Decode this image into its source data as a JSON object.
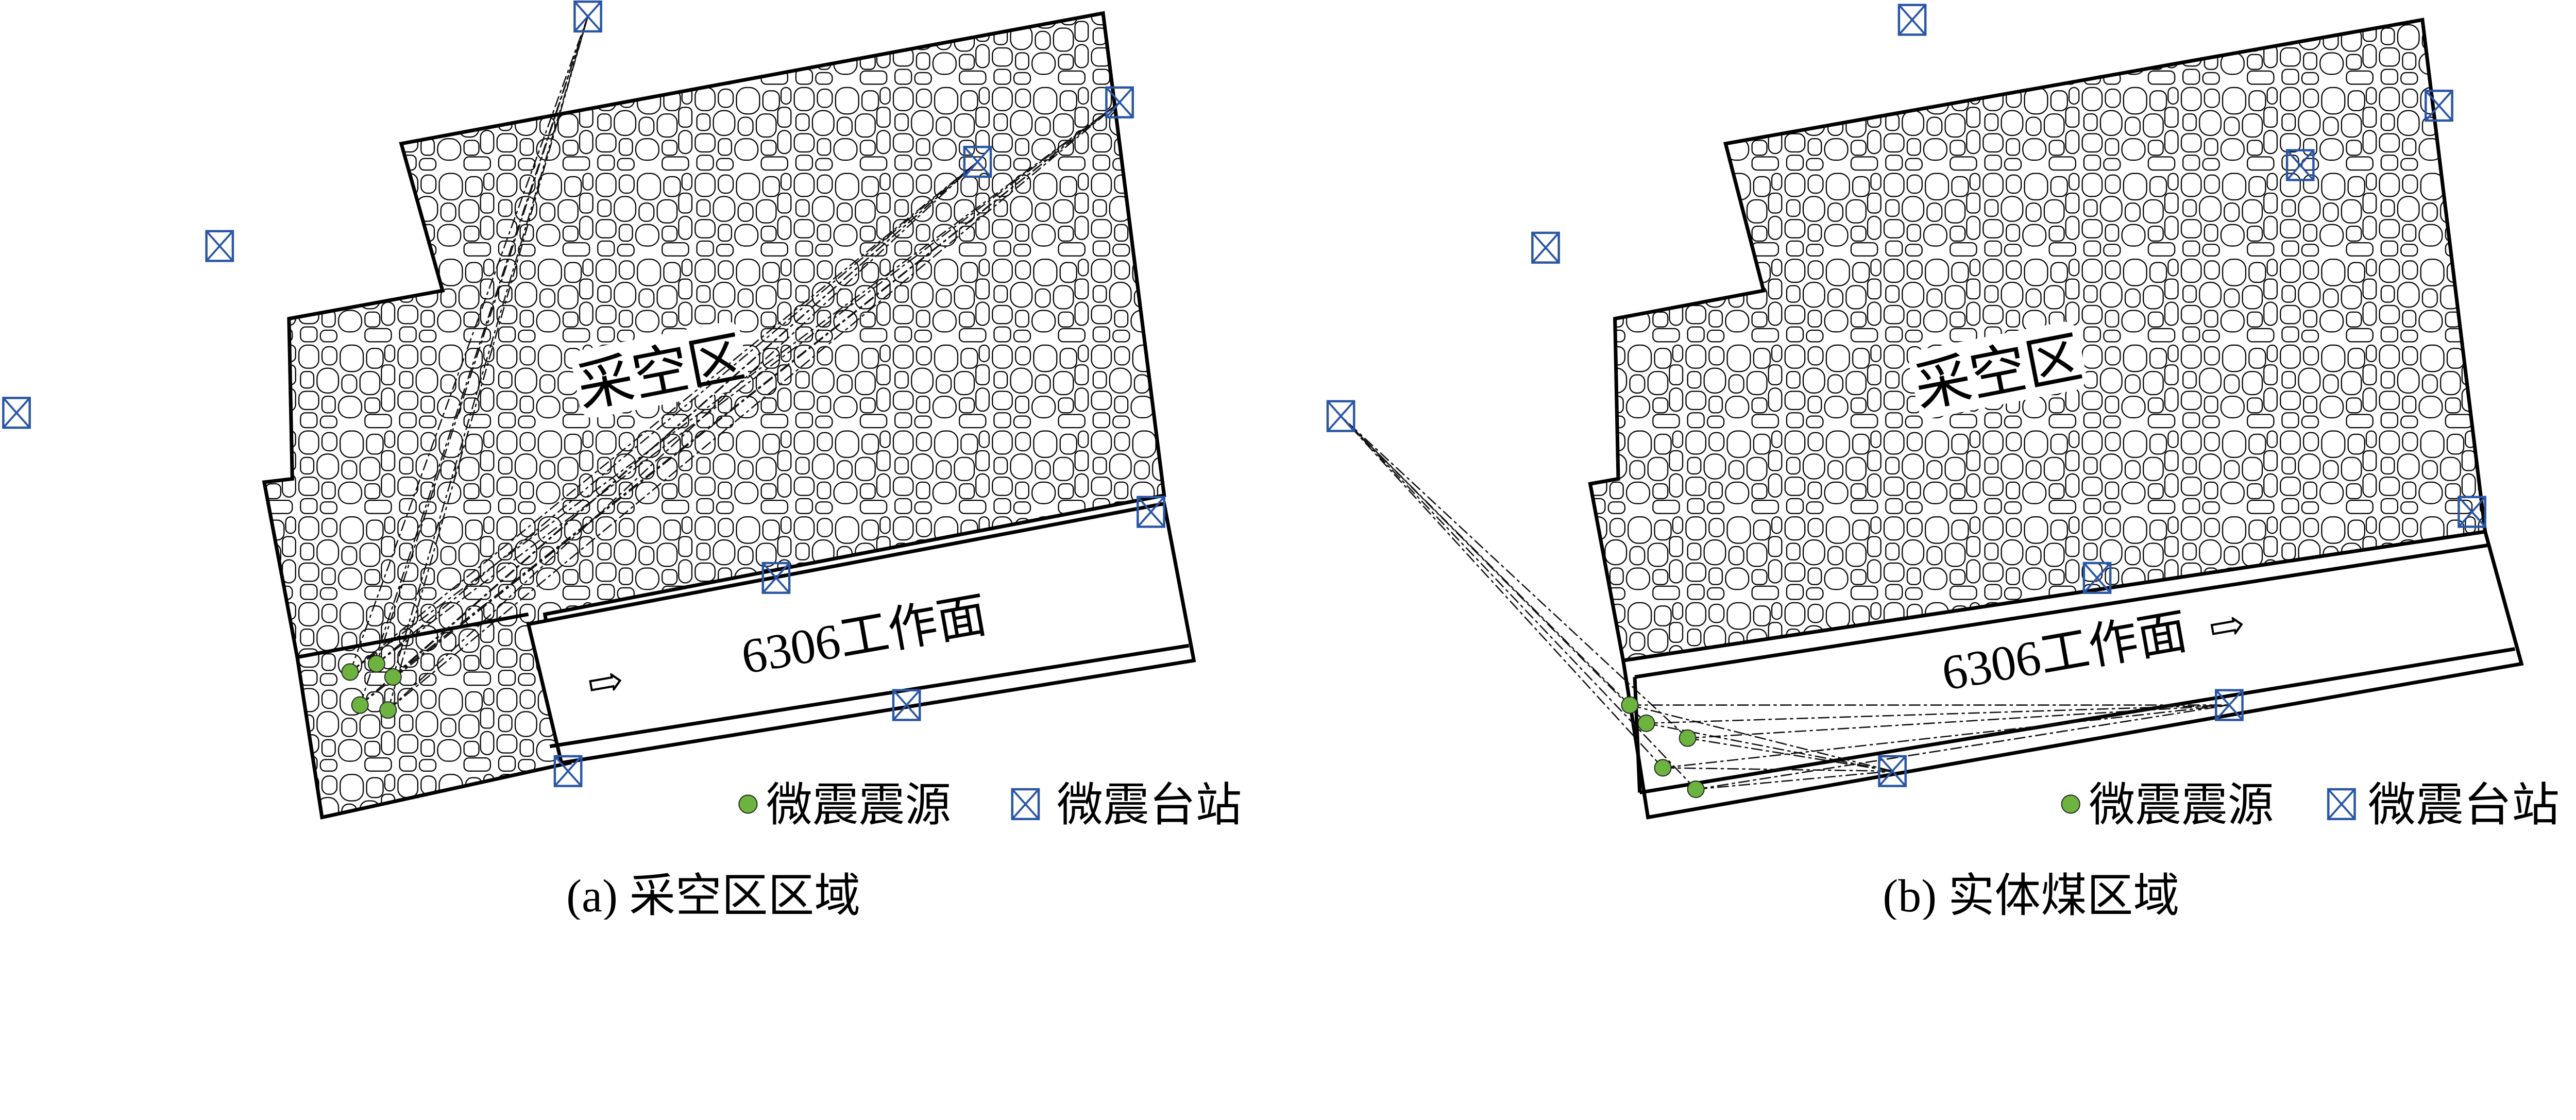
{
  "panels": [
    {
      "id": "a",
      "gob_label": "采空区",
      "workface_label": "6306工作面",
      "caption": "(a)  采空区区域"
    },
    {
      "id": "b",
      "gob_label": "采空区",
      "workface_label": "6306工作面",
      "caption": "(b)  实体煤区域"
    }
  ],
  "legend": {
    "source_label": "微震震源",
    "station_label": "微震台站"
  },
  "colors": {
    "source_fill": "#6cb33f",
    "station_stroke": "#2a56a6",
    "outline": "#000000"
  },
  "icons": [
    "microseismic-source-icon",
    "microseismic-station-icon",
    "mining-direction-arrow-icon"
  ]
}
